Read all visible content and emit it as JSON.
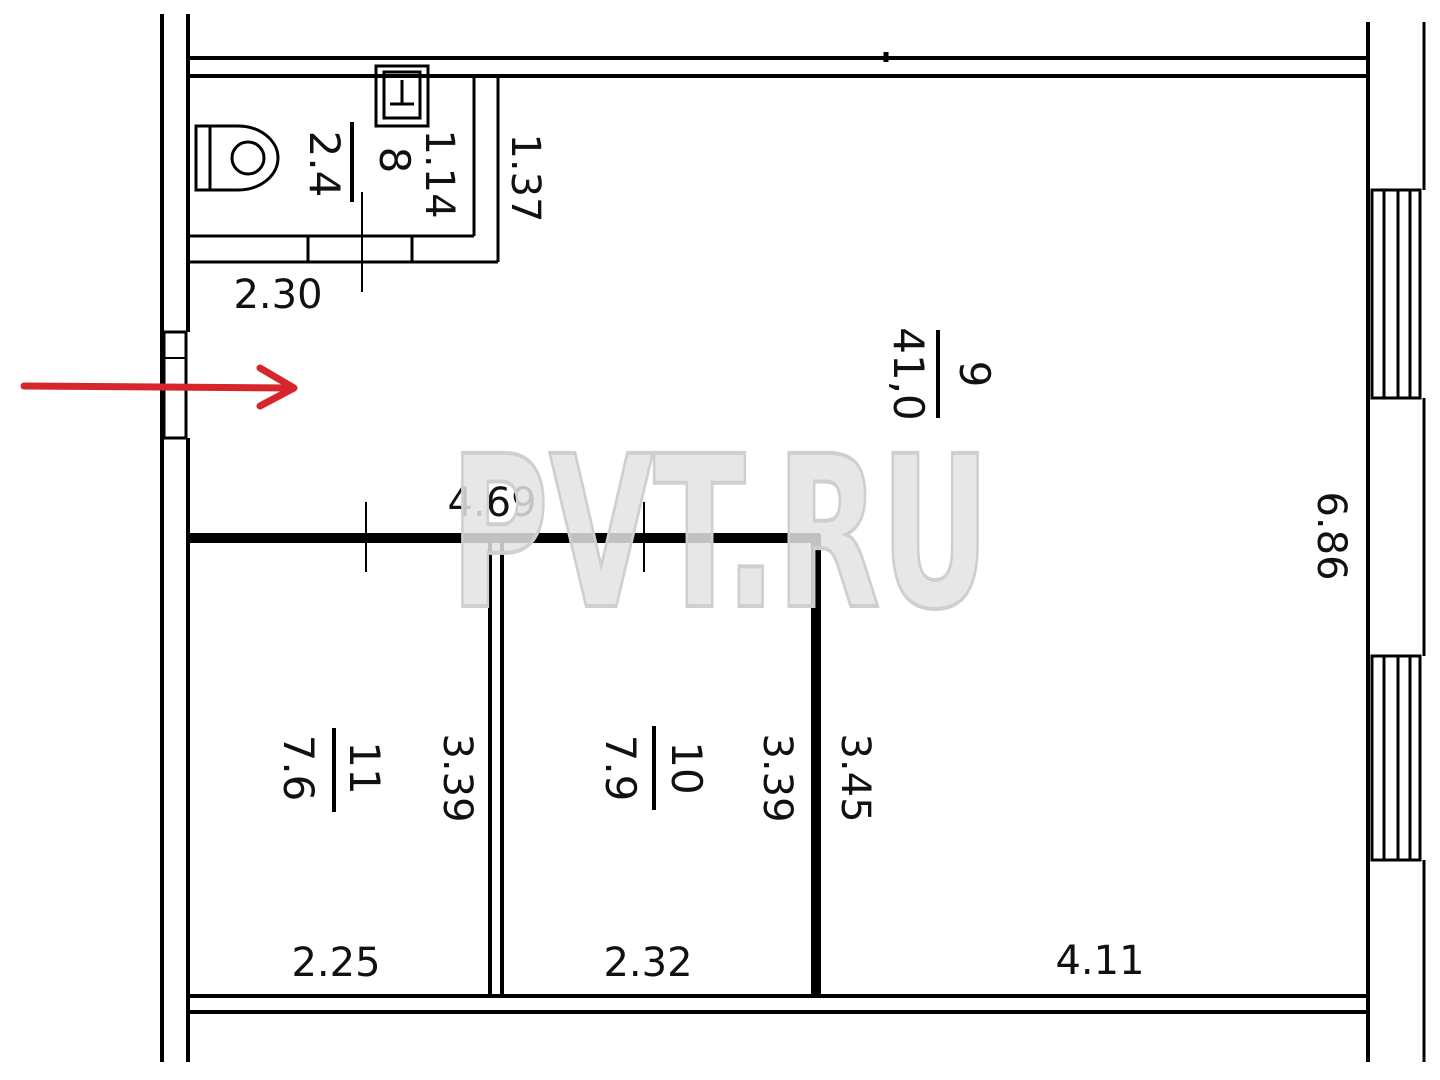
{
  "watermark": "PVT.RU",
  "colors": {
    "wall": "#000000",
    "arrow": "#d7262b",
    "watermark": "#d9d9d9"
  },
  "rooms": [
    {
      "id": "8",
      "number": "8",
      "area": "2.4"
    },
    {
      "id": "9",
      "number": "9",
      "area": "41,0"
    },
    {
      "id": "10",
      "number": "10",
      "area": "7.9"
    },
    {
      "id": "11",
      "number": "11",
      "area": "7.6"
    }
  ],
  "dimensions": {
    "bath_inner_width": "1.14",
    "bath_outer_width": "1.37",
    "bath_length": "2.30",
    "partition_length": "4.69",
    "main_room_width": "6.86",
    "room11_depth": "3.39",
    "room10_depth_left": "3.39",
    "room10_depth_right": "3.45",
    "room11_width": "2.25",
    "room10_width": "2.32",
    "main_room_bottom": "4.11"
  },
  "icons": {
    "entrance": "entrance-arrow-icon",
    "toilet": "toilet-icon",
    "sink": "sink-icon"
  }
}
